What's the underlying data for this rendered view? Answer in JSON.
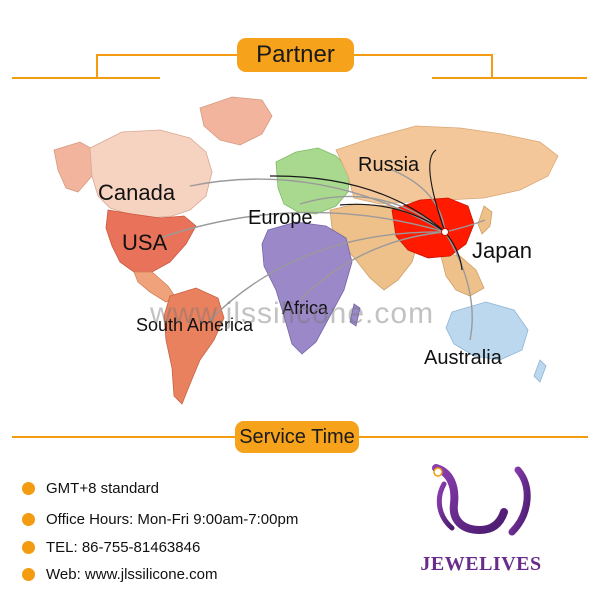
{
  "header": {
    "title": "Partner",
    "accent_color": "#f39c12"
  },
  "map": {
    "watermark": "www.jlssilicone.com",
    "regions": {
      "canada": "Canada",
      "usa": "USA",
      "europe": "Europe",
      "russia": "Russia",
      "japan": "Japan",
      "africa": "Africa",
      "south_america": "South America",
      "australia": "Australia"
    },
    "colors": {
      "north_america_north": "#f2b49c",
      "canada": "#f6d2c0",
      "usa": "#e8735a",
      "central_america": "#f0a37a",
      "south_america": "#e9805e",
      "europe": "#a9d98f",
      "russia": "#f4c79a",
      "asia": "#eec08a",
      "china": "#ff1a00",
      "africa": "#9a88c8",
      "australia": "#bcd8ee",
      "line": "#9a9a9a"
    }
  },
  "service": {
    "title": "Service Time",
    "items": [
      "GMT+8 standard",
      "Office Hours: Mon-Fri 9:00am-7:00pm",
      "TEL: 86-755-81463846",
      "Web: www.jlssilicone.com"
    ]
  },
  "brand": {
    "name": "JEWELIVES",
    "color": "#6a2c8a"
  }
}
